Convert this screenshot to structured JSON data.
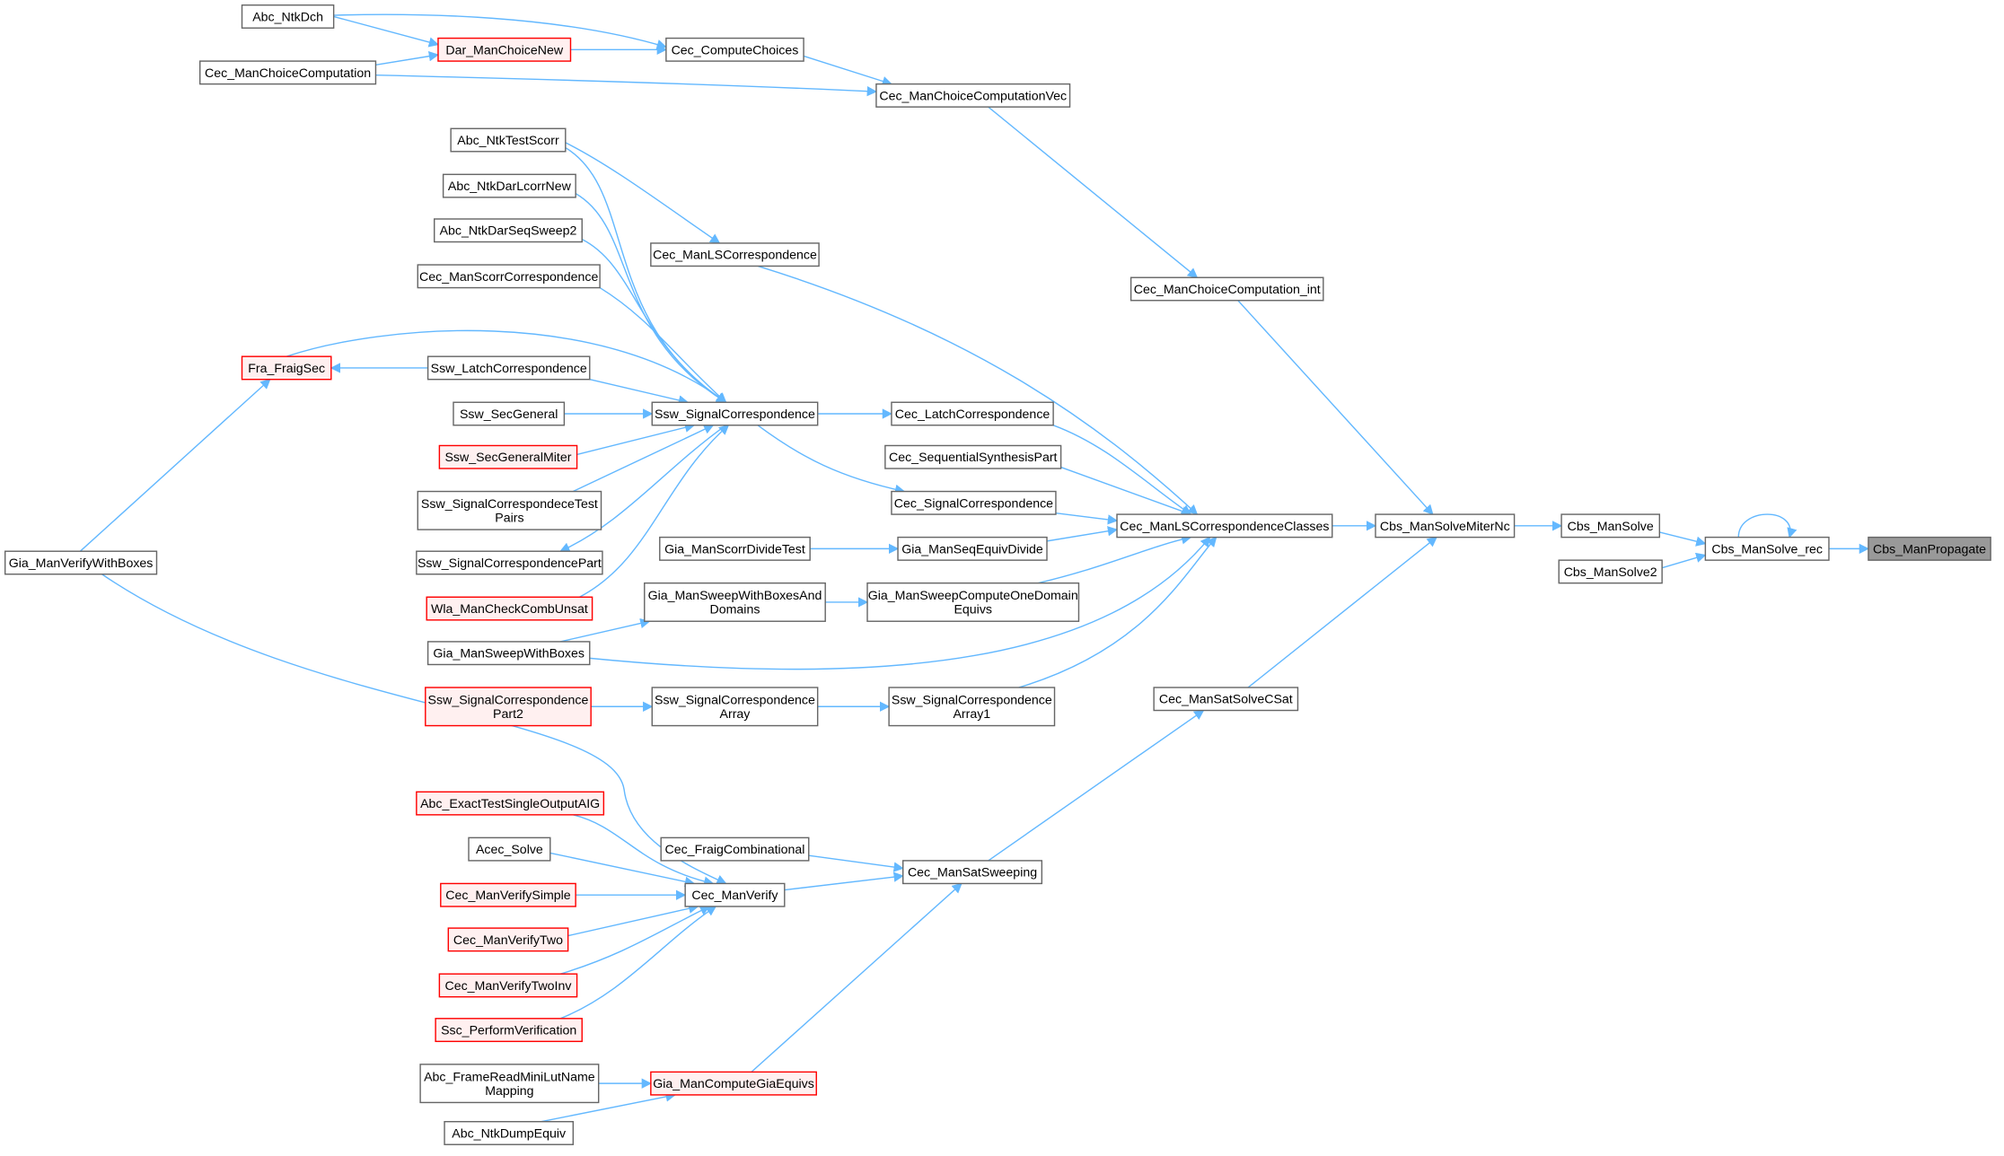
{
  "colors": {
    "edge": "#63b8ff",
    "node_fill": "#ffffff",
    "node_border": "#666666",
    "alt_fill": "#fff0f0",
    "alt_border": "#ff0000",
    "focus_fill": "#999999",
    "focus_border": "#666666"
  },
  "diagram": {
    "nodes": [
      {
        "id": "abc_ntkdch",
        "lines": [
          "Abc_NtkDch"
        ],
        "style": "normal"
      },
      {
        "id": "dar_manchoicenew",
        "lines": [
          "Dar_ManChoiceNew"
        ],
        "style": "alt"
      },
      {
        "id": "cec_computechoices",
        "lines": [
          "Cec_ComputeChoices"
        ],
        "style": "normal"
      },
      {
        "id": "cec_manchoicecomputation",
        "lines": [
          "Cec_ManChoiceComputation"
        ],
        "style": "normal"
      },
      {
        "id": "cec_manchoicecomputationvec",
        "lines": [
          "Cec_ManChoiceComputationVec"
        ],
        "style": "normal"
      },
      {
        "id": "abc_ntktestscorr",
        "lines": [
          "Abc_NtkTestScorr"
        ],
        "style": "normal"
      },
      {
        "id": "abc_ntkdarlcorrnew",
        "lines": [
          "Abc_NtkDarLcorrNew"
        ],
        "style": "normal"
      },
      {
        "id": "abc_ntkdarseqsweep2",
        "lines": [
          "Abc_NtkDarSeqSweep2"
        ],
        "style": "normal"
      },
      {
        "id": "cec_manscorrcorrespondence",
        "lines": [
          "Cec_ManScorrCorrespondence"
        ],
        "style": "normal"
      },
      {
        "id": "cec_manlscorrespondence",
        "lines": [
          "Cec_ManLSCorrespondence"
        ],
        "style": "normal"
      },
      {
        "id": "cec_manchoicecomputation_int",
        "lines": [
          "Cec_ManChoiceComputation_int"
        ],
        "style": "normal"
      },
      {
        "id": "fra_fraigsec",
        "lines": [
          "Fra_FraigSec"
        ],
        "style": "alt"
      },
      {
        "id": "ssw_latchcorrespondence",
        "lines": [
          "Ssw_LatchCorrespondence"
        ],
        "style": "normal"
      },
      {
        "id": "ssw_secgeneral",
        "lines": [
          "Ssw_SecGeneral"
        ],
        "style": "normal"
      },
      {
        "id": "ssw_signalcorrespondence",
        "lines": [
          "Ssw_SignalCorrespondence"
        ],
        "style": "normal"
      },
      {
        "id": "cec_latchcorrespondence",
        "lines": [
          "Cec_LatchCorrespondence"
        ],
        "style": "normal"
      },
      {
        "id": "ssw_secgeneralmiter",
        "lines": [
          "Ssw_SecGeneralMiter"
        ],
        "style": "alt"
      },
      {
        "id": "cec_sequentialsynthesispart",
        "lines": [
          "Cec_SequentialSynthesisPart"
        ],
        "style": "normal"
      },
      {
        "id": "ssw_signalcorrespondecetestpairs",
        "lines": [
          "Ssw_SignalCorrespondeceTest",
          "Pairs"
        ],
        "style": "normal"
      },
      {
        "id": "cec_signalcorrespondence",
        "lines": [
          "Cec_SignalCorrespondence"
        ],
        "style": "normal"
      },
      {
        "id": "cec_manlscorrespondenceclasses",
        "lines": [
          "Cec_ManLSCorrespondenceClasses"
        ],
        "style": "normal"
      },
      {
        "id": "cbs_mansolvemiternc",
        "lines": [
          "Cbs_ManSolveMiterNc"
        ],
        "style": "normal"
      },
      {
        "id": "cbs_mansolve",
        "lines": [
          "Cbs_ManSolve"
        ],
        "style": "normal"
      },
      {
        "id": "cbs_mansolve_rec",
        "lines": [
          "Cbs_ManSolve_rec"
        ],
        "style": "normal"
      },
      {
        "id": "cbs_manpropagate",
        "lines": [
          "Cbs_ManPropagate"
        ],
        "style": "focus"
      },
      {
        "id": "gia_manscorrdividetest",
        "lines": [
          "Gia_ManScorrDivideTest"
        ],
        "style": "normal"
      },
      {
        "id": "gia_manseqequivdivide",
        "lines": [
          "Gia_ManSeqEquivDivide"
        ],
        "style": "normal"
      },
      {
        "id": "gia_manverifywithboxes",
        "lines": [
          "Gia_ManVerifyWithBoxes"
        ],
        "style": "normal"
      },
      {
        "id": "ssw_signalcorrespondencepart",
        "lines": [
          "Ssw_SignalCorrespondencePart"
        ],
        "style": "normal"
      },
      {
        "id": "cbs_mansolve2",
        "lines": [
          "Cbs_ManSolve2"
        ],
        "style": "normal"
      },
      {
        "id": "wla_mancheckcombunsat",
        "lines": [
          "Wla_ManCheckCombUnsat"
        ],
        "style": "alt"
      },
      {
        "id": "gia_mansweepwithboxesanddomains",
        "lines": [
          "Gia_ManSweepWithBoxesAnd",
          "Domains"
        ],
        "style": "normal"
      },
      {
        "id": "gia_mansweepcomputeonedomainequivs",
        "lines": [
          "Gia_ManSweepComputeOneDomain",
          "Equivs"
        ],
        "style": "normal"
      },
      {
        "id": "gia_mansweepwithboxes",
        "lines": [
          "Gia_ManSweepWithBoxes"
        ],
        "style": "normal"
      },
      {
        "id": "ssw_signalcorrespondencepart2",
        "lines": [
          "Ssw_SignalCorrespondence",
          "Part2"
        ],
        "style": "alt"
      },
      {
        "id": "ssw_signalcorrespondencearray",
        "lines": [
          "Ssw_SignalCorrespondence",
          "Array"
        ],
        "style": "normal"
      },
      {
        "id": "ssw_signalcorrespondencearray1",
        "lines": [
          "Ssw_SignalCorrespondence",
          "Array1"
        ],
        "style": "normal"
      },
      {
        "id": "cec_mansatsolvecsat",
        "lines": [
          "Cec_ManSatSolveCSat"
        ],
        "style": "normal"
      },
      {
        "id": "abc_exacttestsingleoutputaig",
        "lines": [
          "Abc_ExactTestSingleOutputAIG"
        ],
        "style": "alt"
      },
      {
        "id": "acec_solve",
        "lines": [
          "Acec_Solve"
        ],
        "style": "normal"
      },
      {
        "id": "cec_fraigcombinational",
        "lines": [
          "Cec_FraigCombinational"
        ],
        "style": "normal"
      },
      {
        "id": "cec_mansatsweeping",
        "lines": [
          "Cec_ManSatSweeping"
        ],
        "style": "normal"
      },
      {
        "id": "cec_manverifysimple",
        "lines": [
          "Cec_ManVerifySimple"
        ],
        "style": "alt"
      },
      {
        "id": "cec_manverify",
        "lines": [
          "Cec_ManVerify"
        ],
        "style": "normal"
      },
      {
        "id": "cec_manverifytwo",
        "lines": [
          "Cec_ManVerifyTwo"
        ],
        "style": "alt"
      },
      {
        "id": "cec_manverifytwoinv",
        "lines": [
          "Cec_ManVerifyTwoInv"
        ],
        "style": "alt"
      },
      {
        "id": "ssc_performverification",
        "lines": [
          "Ssc_PerformVerification"
        ],
        "style": "alt"
      },
      {
        "id": "abc_framereadminilutnamemapping",
        "lines": [
          "Abc_FrameReadMiniLutName",
          "Mapping"
        ],
        "style": "normal"
      },
      {
        "id": "gia_mancomputegiaequivs",
        "lines": [
          "Gia_ManComputeGiaEquivs"
        ],
        "style": "alt"
      },
      {
        "id": "abc_ntkdumpequiv",
        "lines": [
          "Abc_NtkDumpEquiv"
        ],
        "style": "normal"
      }
    ],
    "edges": [
      [
        "abc_ntkdch",
        "dar_manchoicenew"
      ],
      [
        "abc_ntkdch",
        "cec_computechoices"
      ],
      [
        "dar_manchoicenew",
        "cec_computechoices"
      ],
      [
        "cec_manchoicecomputation",
        "dar_manchoicenew"
      ],
      [
        "cec_manchoicecomputation",
        "cec_manchoicecomputationvec"
      ],
      [
        "cec_computechoices",
        "cec_manchoicecomputationvec"
      ],
      [
        "cec_manchoicecomputationvec",
        "cec_manchoicecomputation_int"
      ],
      [
        "cec_manchoicecomputation_int",
        "cbs_mansolvemiternc"
      ],
      [
        "abc_ntktestscorr",
        "cec_manlscorrespondence"
      ],
      [
        "abc_ntktestscorr",
        "ssw_signalcorrespondence"
      ],
      [
        "abc_ntkdarlcorrnew",
        "ssw_signalcorrespondence"
      ],
      [
        "abc_ntkdarseqsweep2",
        "ssw_signalcorrespondence"
      ],
      [
        "cec_manscorrcorrespondence",
        "ssw_signalcorrespondence"
      ],
      [
        "fra_fraigsec",
        "ssw_signalcorrespondence"
      ],
      [
        "ssw_latchcorrespondence",
        "fra_fraigsec"
      ],
      [
        "ssw_latchcorrespondence",
        "ssw_signalcorrespondence"
      ],
      [
        "ssw_secgeneral",
        "ssw_signalcorrespondence"
      ],
      [
        "ssw_secgeneralmiter",
        "ssw_signalcorrespondence"
      ],
      [
        "ssw_signalcorrespondecetestpairs",
        "ssw_signalcorrespondence"
      ],
      [
        "ssw_signalcorrespondence",
        "ssw_signalcorrespondencepart"
      ],
      [
        "wla_mancheckcombunsat",
        "ssw_signalcorrespondence"
      ],
      [
        "gia_manverifywithboxes",
        "fra_fraigsec"
      ],
      [
        "gia_manverifywithboxes",
        "cec_manverify"
      ],
      [
        "ssw_signalcorrespondence",
        "cec_latchcorrespondence"
      ],
      [
        "ssw_signalcorrespondence",
        "cec_signalcorrespondence"
      ],
      [
        "cec_manlscorrespondence",
        "cec_manlscorrespondenceclasses"
      ],
      [
        "cec_latchcorrespondence",
        "cec_manlscorrespondenceclasses"
      ],
      [
        "cec_sequentialsynthesispart",
        "cec_manlscorrespondenceclasses"
      ],
      [
        "cec_signalcorrespondence",
        "cec_manlscorrespondenceclasses"
      ],
      [
        "gia_manseqequivdivide",
        "cec_manlscorrespondenceclasses"
      ],
      [
        "gia_mansweepcomputeonedomainequivs",
        "cec_manlscorrespondenceclasses"
      ],
      [
        "gia_mansweepwithboxes",
        "cec_manlscorrespondenceclasses"
      ],
      [
        "ssw_signalcorrespondencearray1",
        "cec_manlscorrespondenceclasses"
      ],
      [
        "gia_manscorrdividetest",
        "gia_manseqequivdivide"
      ],
      [
        "gia_mansweepwithboxes",
        "gia_mansweepwithboxesanddomains"
      ],
      [
        "gia_mansweepwithboxesanddomains",
        "gia_mansweepcomputeonedomainequivs"
      ],
      [
        "ssw_signalcorrespondencepart2",
        "ssw_signalcorrespondencearray"
      ],
      [
        "ssw_signalcorrespondencearray",
        "ssw_signalcorrespondencearray1"
      ],
      [
        "cec_manlscorrespondenceclasses",
        "cbs_mansolvemiternc"
      ],
      [
        "cec_mansatsolvecsat",
        "cbs_mansolvemiternc"
      ],
      [
        "cbs_mansolvemiternc",
        "cbs_mansolve"
      ],
      [
        "cbs_mansolve",
        "cbs_mansolve_rec"
      ],
      [
        "cbs_mansolve2",
        "cbs_mansolve_rec"
      ],
      [
        "cbs_mansolve_rec",
        "cbs_mansolve_rec"
      ],
      [
        "cbs_mansolve_rec",
        "cbs_manpropagate"
      ],
      [
        "cec_mansatsweeping",
        "cec_mansatsolvecsat"
      ],
      [
        "cec_fraigcombinational",
        "cec_mansatsweeping"
      ],
      [
        "cec_manverify",
        "cec_mansatsweeping"
      ],
      [
        "gia_mancomputegiaequivs",
        "cec_mansatsweeping"
      ],
      [
        "abc_exacttestsingleoutputaig",
        "cec_manverify"
      ],
      [
        "acec_solve",
        "cec_manverify"
      ],
      [
        "cec_manverifysimple",
        "cec_manverify"
      ],
      [
        "cec_manverifytwo",
        "cec_manverify"
      ],
      [
        "cec_manverifytwoinv",
        "cec_manverify"
      ],
      [
        "ssc_performverification",
        "cec_manverify"
      ],
      [
        "abc_framereadminilutnamemapping",
        "gia_mancomputegiaequivs"
      ],
      [
        "abc_ntkdumpequiv",
        "gia_mancomputegiaequivs"
      ]
    ]
  }
}
